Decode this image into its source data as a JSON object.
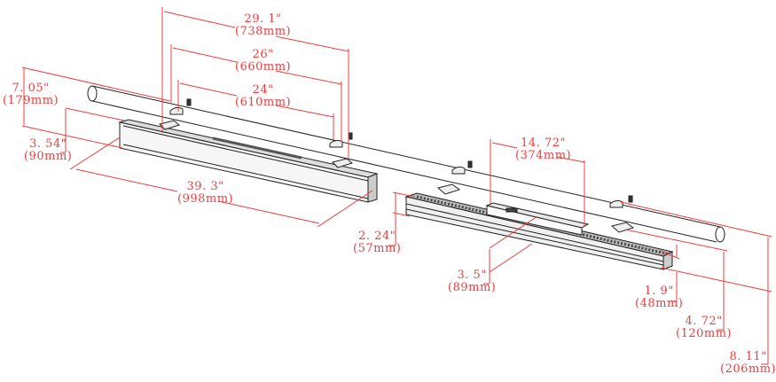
{
  "colors": {
    "dimension": "#f03c3c",
    "outline": "#222222",
    "background": "#ffffff"
  },
  "dimensions": {
    "bracket_outer": {
      "inch": "29. 1\"",
      "mm": "(738mm)"
    },
    "bracket_mid": {
      "inch": "26\"",
      "mm": "(660mm)"
    },
    "bracket_inner": {
      "inch": "24\"",
      "mm": "(610mm)"
    },
    "total_height_left": {
      "inch": "7. 05\"",
      "mm": "(179mm)"
    },
    "fixture_height_left": {
      "inch": "3. 54\"",
      "mm": "(90mm)"
    },
    "fixture_length": {
      "inch": "39. 3\"",
      "mm": "(998mm)"
    },
    "driver_length": {
      "inch": "14. 72\"",
      "mm": "(374mm)"
    },
    "fixture_depth": {
      "inch": "2. 24\"",
      "mm": "(57mm)"
    },
    "fixture_width": {
      "inch": "3. 5\"",
      "mm": "(89mm)"
    },
    "profile_height": {
      "inch": "1. 9\"",
      "mm": "(48mm)"
    },
    "bracket_height": {
      "inch": "4. 72\"",
      "mm": "(120mm)"
    },
    "total_height_right": {
      "inch": "8. 11\"",
      "mm": "(206mm)"
    }
  }
}
